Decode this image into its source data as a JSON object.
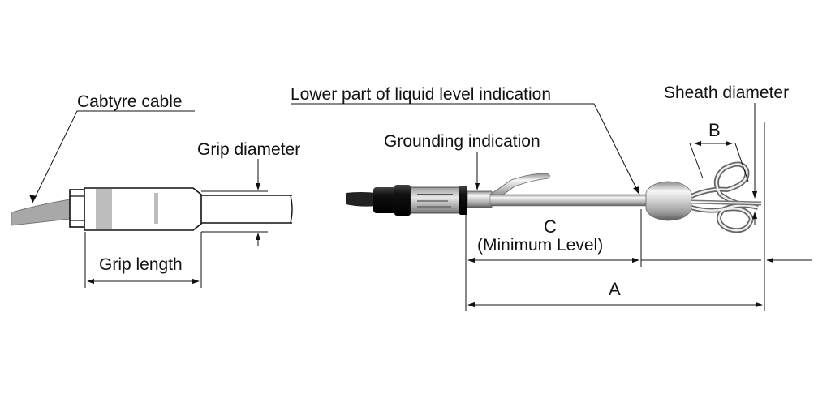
{
  "labels": {
    "cabtyre_cable": "Cabtyre cable",
    "grip_diameter": "Grip diameter",
    "grip_length": "Grip length",
    "lower_part": "Lower part of liquid level indication",
    "grounding": "Grounding indication",
    "sheath_diameter": "Sheath diameter",
    "dim_b": "B",
    "dim_c": "C",
    "min_level": "(Minimum Level)",
    "dim_a": "A"
  },
  "colors": {
    "line": "#111111",
    "cable": "#9a9a9a",
    "metal_light": "#f2f2f2",
    "metal_dark": "#7a7a7a",
    "head_dark": "#1a1a1a",
    "band_gray": "#b5b5b5"
  }
}
